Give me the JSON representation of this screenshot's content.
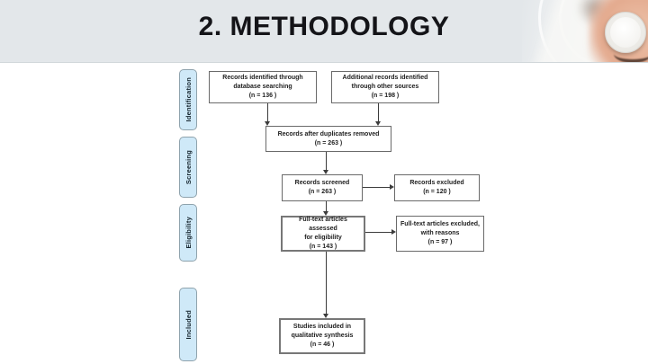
{
  "slide": {
    "title": "2. METHODOLOGY"
  },
  "flow": {
    "stages": [
      {
        "label": "Identification"
      },
      {
        "label": "Screening"
      },
      {
        "label": "Eligibility"
      },
      {
        "label": "Included"
      }
    ],
    "boxes": [
      {
        "id": "records-identified",
        "lines": [
          "Records identified through",
          "database searching",
          "(n = 136 )"
        ]
      },
      {
        "id": "additional-records",
        "lines": [
          "Additional records identified",
          "through other sources",
          "(n = 198 )"
        ]
      },
      {
        "id": "after-duplicates",
        "lines": [
          "Records after duplicates removed",
          "(n = 263 )"
        ]
      },
      {
        "id": "records-screened",
        "lines": [
          "Records screened",
          "(n = 263 )"
        ]
      },
      {
        "id": "records-excluded",
        "lines": [
          "Records excluded",
          "(n = 120 )"
        ]
      },
      {
        "id": "fulltext-assessed",
        "lines": [
          "Full-text articles assessed",
          "for eligibility",
          "(n = 143 )"
        ]
      },
      {
        "id": "fulltext-excluded",
        "lines": [
          "Full-text articles excluded,",
          "with reasons",
          "(n = 97 )"
        ]
      },
      {
        "id": "studies-included",
        "lines": [
          "Studies included in",
          "qualitative synthesis",
          "(n = 46 )"
        ]
      }
    ]
  },
  "colors": {
    "header_band": "#e3e7ea",
    "title_text": "#141418",
    "stage_fill": "#cfe9f8",
    "stage_border": "#8fa3ad",
    "box_border": "#6a6a6a",
    "arrow": "#3c3c3c",
    "background": "#ffffff"
  }
}
